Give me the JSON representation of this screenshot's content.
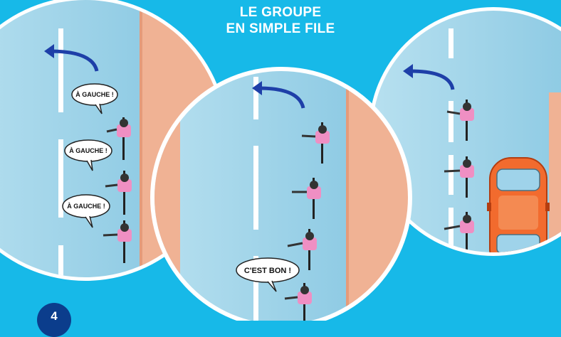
{
  "title": {
    "line1": "LE GROUPE",
    "line2": "EN SIMPLE FILE"
  },
  "speech": {
    "left_1": "À GAUCHE !",
    "left_2": "À GAUCHE !",
    "left_3": "À GAUCHE !",
    "center": "C'EST BON !"
  },
  "step_number": "4",
  "colors": {
    "background": "#17b9e8",
    "road": "#a9d8ec",
    "sidewalk": "#f0b294",
    "arrow": "#1e3fa8",
    "car": "#f26b2e"
  }
}
